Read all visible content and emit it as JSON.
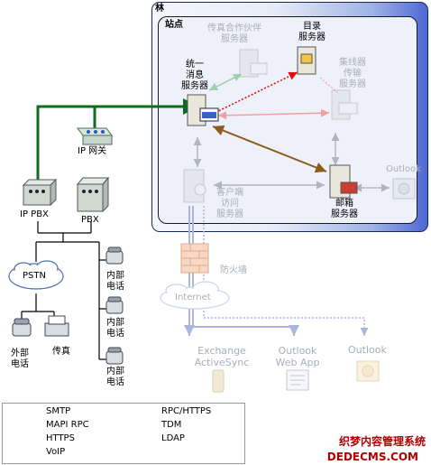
{
  "forest": {
    "label": "林"
  },
  "site": {
    "label": "站点"
  },
  "servers": {
    "um": {
      "lines": [
        "统一",
        "消息",
        "服务器"
      ]
    },
    "fax_partner": {
      "lines": [
        "传真合作伙伴",
        "服务器"
      ]
    },
    "directory": {
      "lines": [
        "目录",
        "服务器"
      ]
    },
    "edge": {
      "lines": [
        "集线器",
        "传输",
        "服务器"
      ]
    },
    "cas": {
      "lines": [
        "客户端",
        "访问",
        "服务器"
      ]
    },
    "mailbox": {
      "lines": [
        "邮箱",
        "服务器"
      ]
    }
  },
  "outlook_right": "Outlook",
  "ip_gateway": "IP 网关",
  "ip_pbx": "IP PBX",
  "pbx": "PBX",
  "pstn": "PSTN",
  "firewall": "防火墙",
  "internet": "Internet",
  "phones": {
    "internal": [
      "内部",
      "电话"
    ],
    "external": [
      "外部",
      "电话"
    ],
    "fax": "传真"
  },
  "clients": {
    "activesync": [
      "Exchange",
      "ActiveSync"
    ],
    "owa": [
      "Outlook",
      "Web App"
    ],
    "outlook": "Outlook"
  },
  "legend": {
    "items": [
      {
        "label": "SMTP",
        "color": "#8b1a1a",
        "style": "solid"
      },
      {
        "label": "MAPI RPC",
        "color": "#8a5a1e",
        "style": "solid"
      },
      {
        "label": "HTTPS",
        "color": "#1f3c99",
        "style": "solid"
      },
      {
        "label": "VoIP",
        "color": "#0f6b1f",
        "style": "solid"
      },
      {
        "label": "RPC/HTTPS",
        "color": "#1f3c99",
        "style": "dotted"
      },
      {
        "label": "TDM",
        "color": "#000000",
        "style": "solid"
      },
      {
        "label": "LDAP",
        "color": "#dd1111",
        "style": "dotted"
      }
    ]
  },
  "watermark": {
    "line1": "织梦内容管理系统",
    "line2": "DEDECMS.COM"
  }
}
